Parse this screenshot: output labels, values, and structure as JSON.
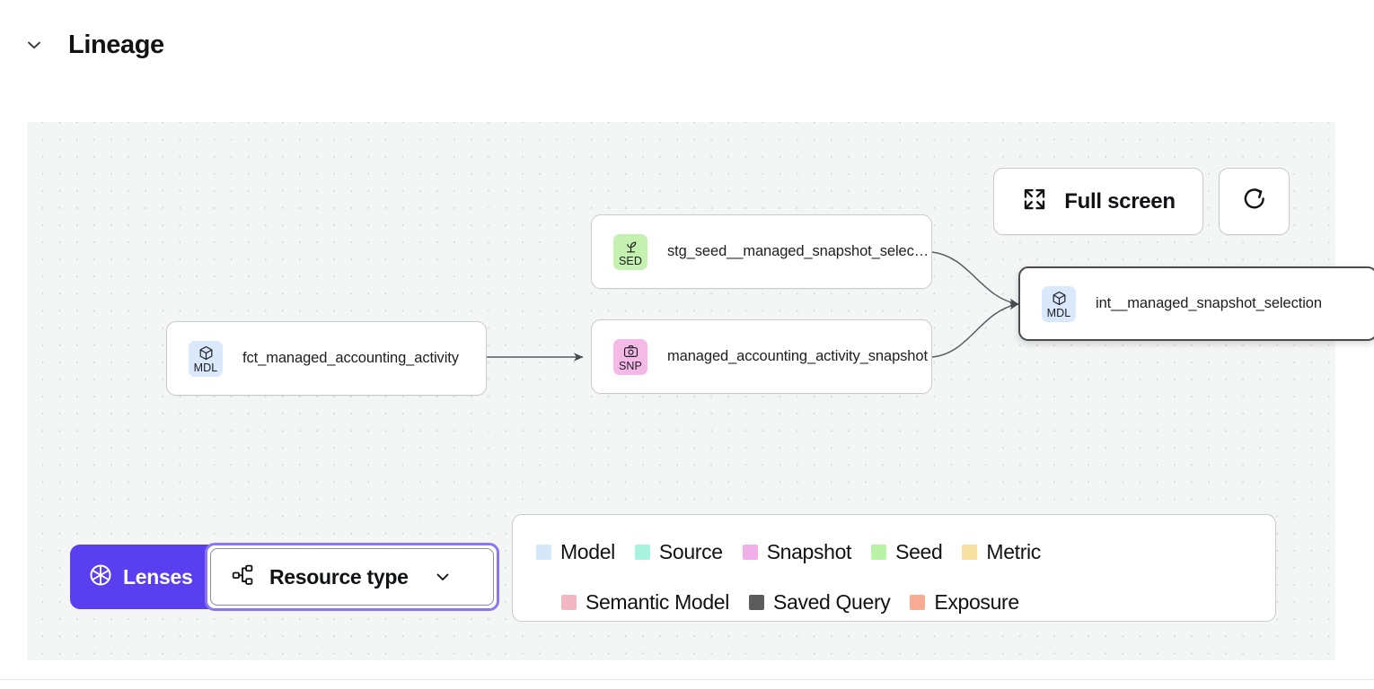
{
  "section": {
    "title": "Lineage",
    "collapse_icon": "chevron-down-icon"
  },
  "canvas": {
    "toolbar": {
      "fullscreen_label": "Full screen",
      "fullscreen_icon": "expand-icon",
      "refresh_icon": "refresh-icon"
    },
    "controls": {
      "lenses_label": "Lenses",
      "lenses_icon": "aperture-icon",
      "lenses_color": "#5a3ff0",
      "resource_type_label": "Resource type",
      "resource_type_icon": "hierarchy-icon",
      "resource_type_chevron": "chevron-down-icon",
      "focus_ring_color": "#8d76f5"
    },
    "nodes": [
      {
        "id": "fct_managed_accounting_activity",
        "label": "fct_managed_accounting_activity",
        "badge_text": "MDL",
        "badge_icon": "cube-icon",
        "badge_color": "#d9e8fb",
        "type": "Model",
        "selected": false
      },
      {
        "id": "stg_seed__managed_snapshot_selection",
        "label": "stg_seed__managed_snapshot_selecti...",
        "badge_text": "SED",
        "badge_icon": "sprout-icon",
        "badge_color": "#c4f0b0",
        "type": "Seed",
        "selected": false
      },
      {
        "id": "managed_accounting_activity_snapshot",
        "label": "managed_accounting_activity_snapshot",
        "badge_text": "SNP",
        "badge_icon": "camera-icon",
        "badge_color": "#f5b9e8",
        "type": "Snapshot",
        "selected": false
      },
      {
        "id": "int__managed_snapshot_selection",
        "label": "int__managed_snapshot_selection",
        "badge_text": "MDL",
        "badge_icon": "cube-icon",
        "badge_color": "#d9e8fb",
        "type": "Model",
        "selected": true
      }
    ],
    "legend": {
      "row1": [
        {
          "label": "Model",
          "color": "#d4e8f9"
        },
        {
          "label": "Source",
          "color": "#a8f2e0"
        },
        {
          "label": "Snapshot",
          "color": "#f2aee8"
        },
        {
          "label": "Seed",
          "color": "#baf2a8"
        },
        {
          "label": "Metric",
          "color": "#f7dfa0"
        }
      ],
      "row2": [
        {
          "label": "Semantic Model",
          "color": "#f3b7c2"
        },
        {
          "label": "Saved Query",
          "color": "#5c5c5c"
        },
        {
          "label": "Exposure",
          "color": "#f7ab92"
        }
      ]
    }
  }
}
